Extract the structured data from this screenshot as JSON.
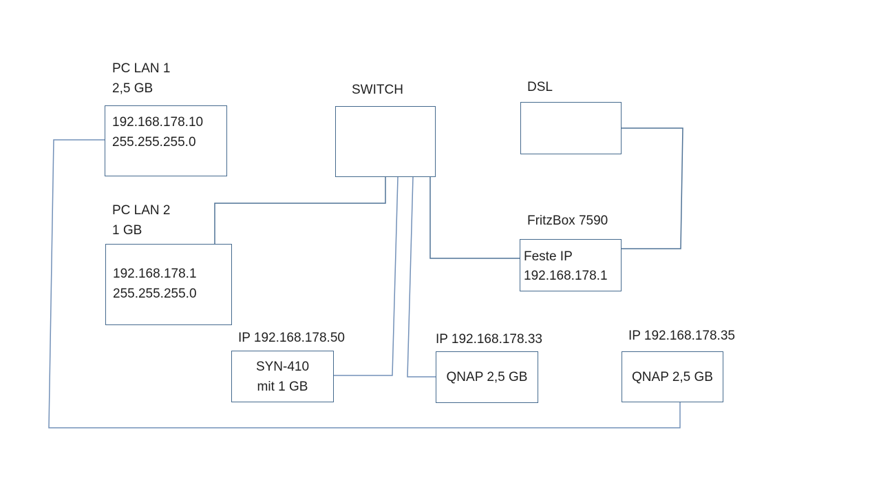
{
  "diagram": {
    "type": "network-topology",
    "background": "#ffffff",
    "colors": {
      "box_border": "#44698d",
      "connector": "#7290b8",
      "connector_dark": "#4f7296",
      "text": "#1f1f1f"
    },
    "nodes": {
      "pc_lan_1": {
        "label1": "PC LAN 1",
        "label2": "2,5 GB",
        "box1": "192.168.178.10",
        "box2": "255.255.255.0"
      },
      "pc_lan_2": {
        "label1": "PC LAN 2",
        "label2": "1 GB",
        "box1": "192.168.178.1",
        "box2": "255.255.255.0"
      },
      "switch": {
        "label1": "SWITCH"
      },
      "dsl": {
        "label1": "DSL"
      },
      "fritzbox": {
        "label1": "FritzBox 7590",
        "box1": "Feste IP",
        "box2": "192.168.178.1"
      },
      "syn410": {
        "label1": "IP 192.168.178.50",
        "box1": "SYN-410",
        "box2": "mit 1 GB"
      },
      "qnap33": {
        "label1": "IP 192.168.178.33",
        "box1": "QNAP 2,5 GB"
      },
      "qnap35": {
        "label1": "IP 192.168.178.35",
        "box1": "QNAP 2,5 GB"
      }
    },
    "connections": [
      {
        "from": "PC LAN 1",
        "to": "QNAP 192.168.178.35",
        "route": "left edge down, along bottom"
      },
      {
        "from": "SWITCH",
        "to": "PC LAN 2",
        "route": "down then left to box top"
      },
      {
        "from": "SWITCH",
        "to": "SYN-410",
        "route": "down to box right side"
      },
      {
        "from": "SWITCH",
        "to": "QNAP 192.168.178.33",
        "route": "down to box left side"
      },
      {
        "from": "SWITCH",
        "to": "FritzBox 7590",
        "route": "down then right to box left side"
      },
      {
        "from": "DSL",
        "to": "FritzBox 7590",
        "route": "right edge down to box right side"
      }
    ]
  }
}
